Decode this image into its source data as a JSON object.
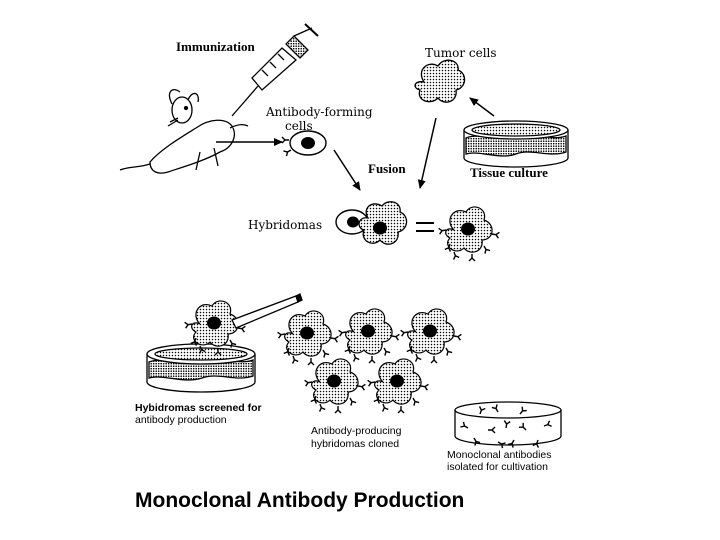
{
  "labels": {
    "immunization": "Immunization",
    "tumor_cells": "Tumor cells",
    "antibody_forming_1": "Antibody-forming",
    "antibody_forming_2": "cells",
    "fusion": "Fusion",
    "tissue_culture": "Tissue culture",
    "hybridomas": "Hybridomas",
    "screened_1": "Hybidromas screened for",
    "screened_2": "antibody  production",
    "cloned_1": "Antibody-producing",
    "cloned_2": "hybridomas cloned",
    "isolated_1": "Monoclonal antibodies",
    "isolated_2": "isolated for cultivation",
    "title": "Monoclonal Antibody Production"
  }
}
